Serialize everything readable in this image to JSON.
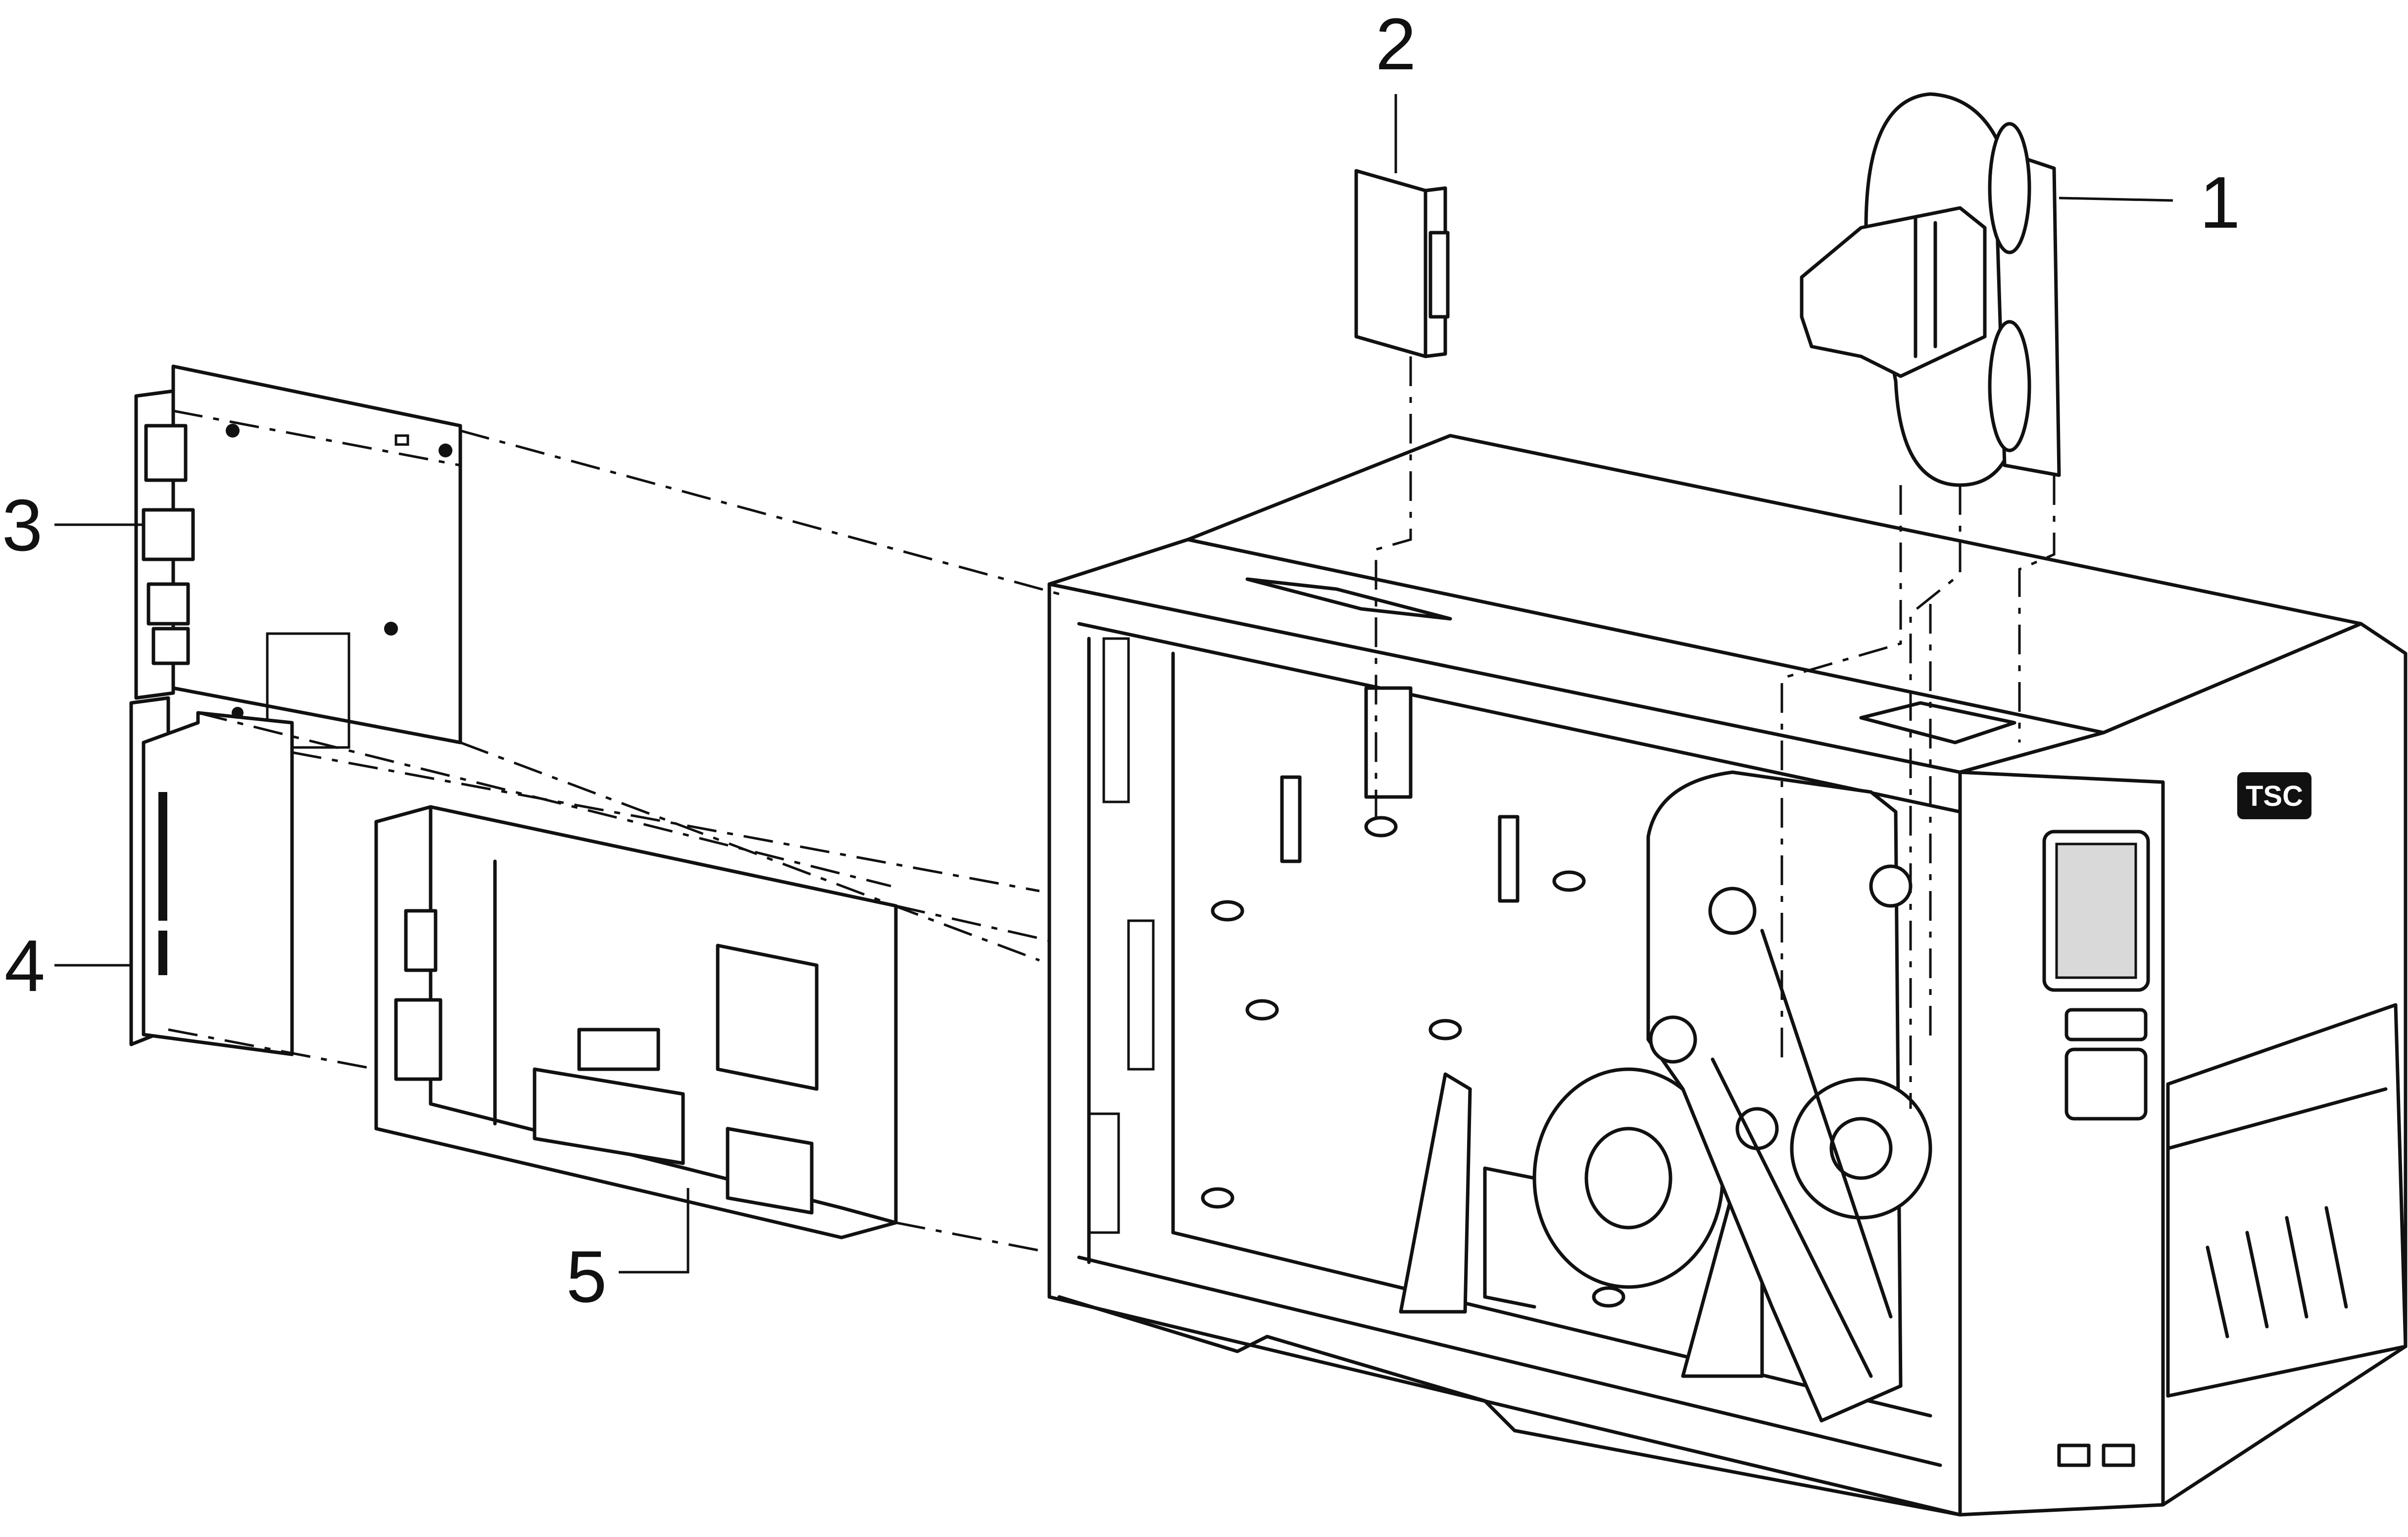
{
  "callouts": [
    {
      "id": "1",
      "label": "1"
    },
    {
      "id": "2",
      "label": "2"
    },
    {
      "id": "3",
      "label": "3"
    },
    {
      "id": "4",
      "label": "4"
    },
    {
      "id": "5",
      "label": "5"
    }
  ],
  "logo": {
    "text": "TSC"
  },
  "colors": {
    "line": "#111111",
    "background": "#ffffff"
  }
}
